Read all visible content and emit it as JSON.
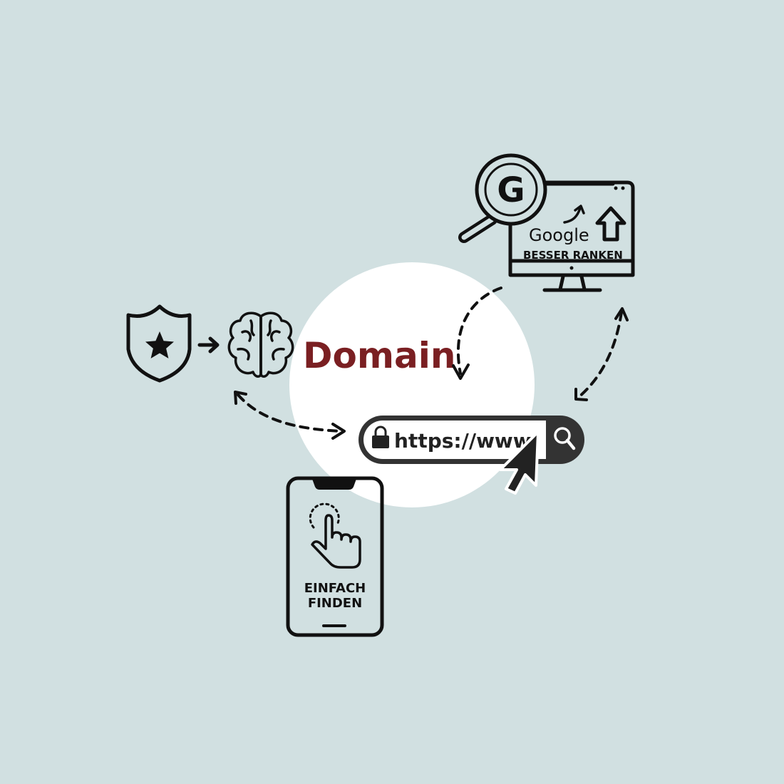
{
  "center": {
    "title": "Domain"
  },
  "search_bar": {
    "url_text": "https://www"
  },
  "monitor": {
    "brand": "Google",
    "caption": "BESSER RANKEN",
    "g_letter": "G"
  },
  "phone": {
    "line1": "EINFACH",
    "line2": "FINDEN"
  },
  "colors": {
    "background": "#d1e0e1",
    "title": "#7a1f22",
    "ink": "#111111",
    "circle": "#ffffff",
    "searchbar": "#333333"
  }
}
